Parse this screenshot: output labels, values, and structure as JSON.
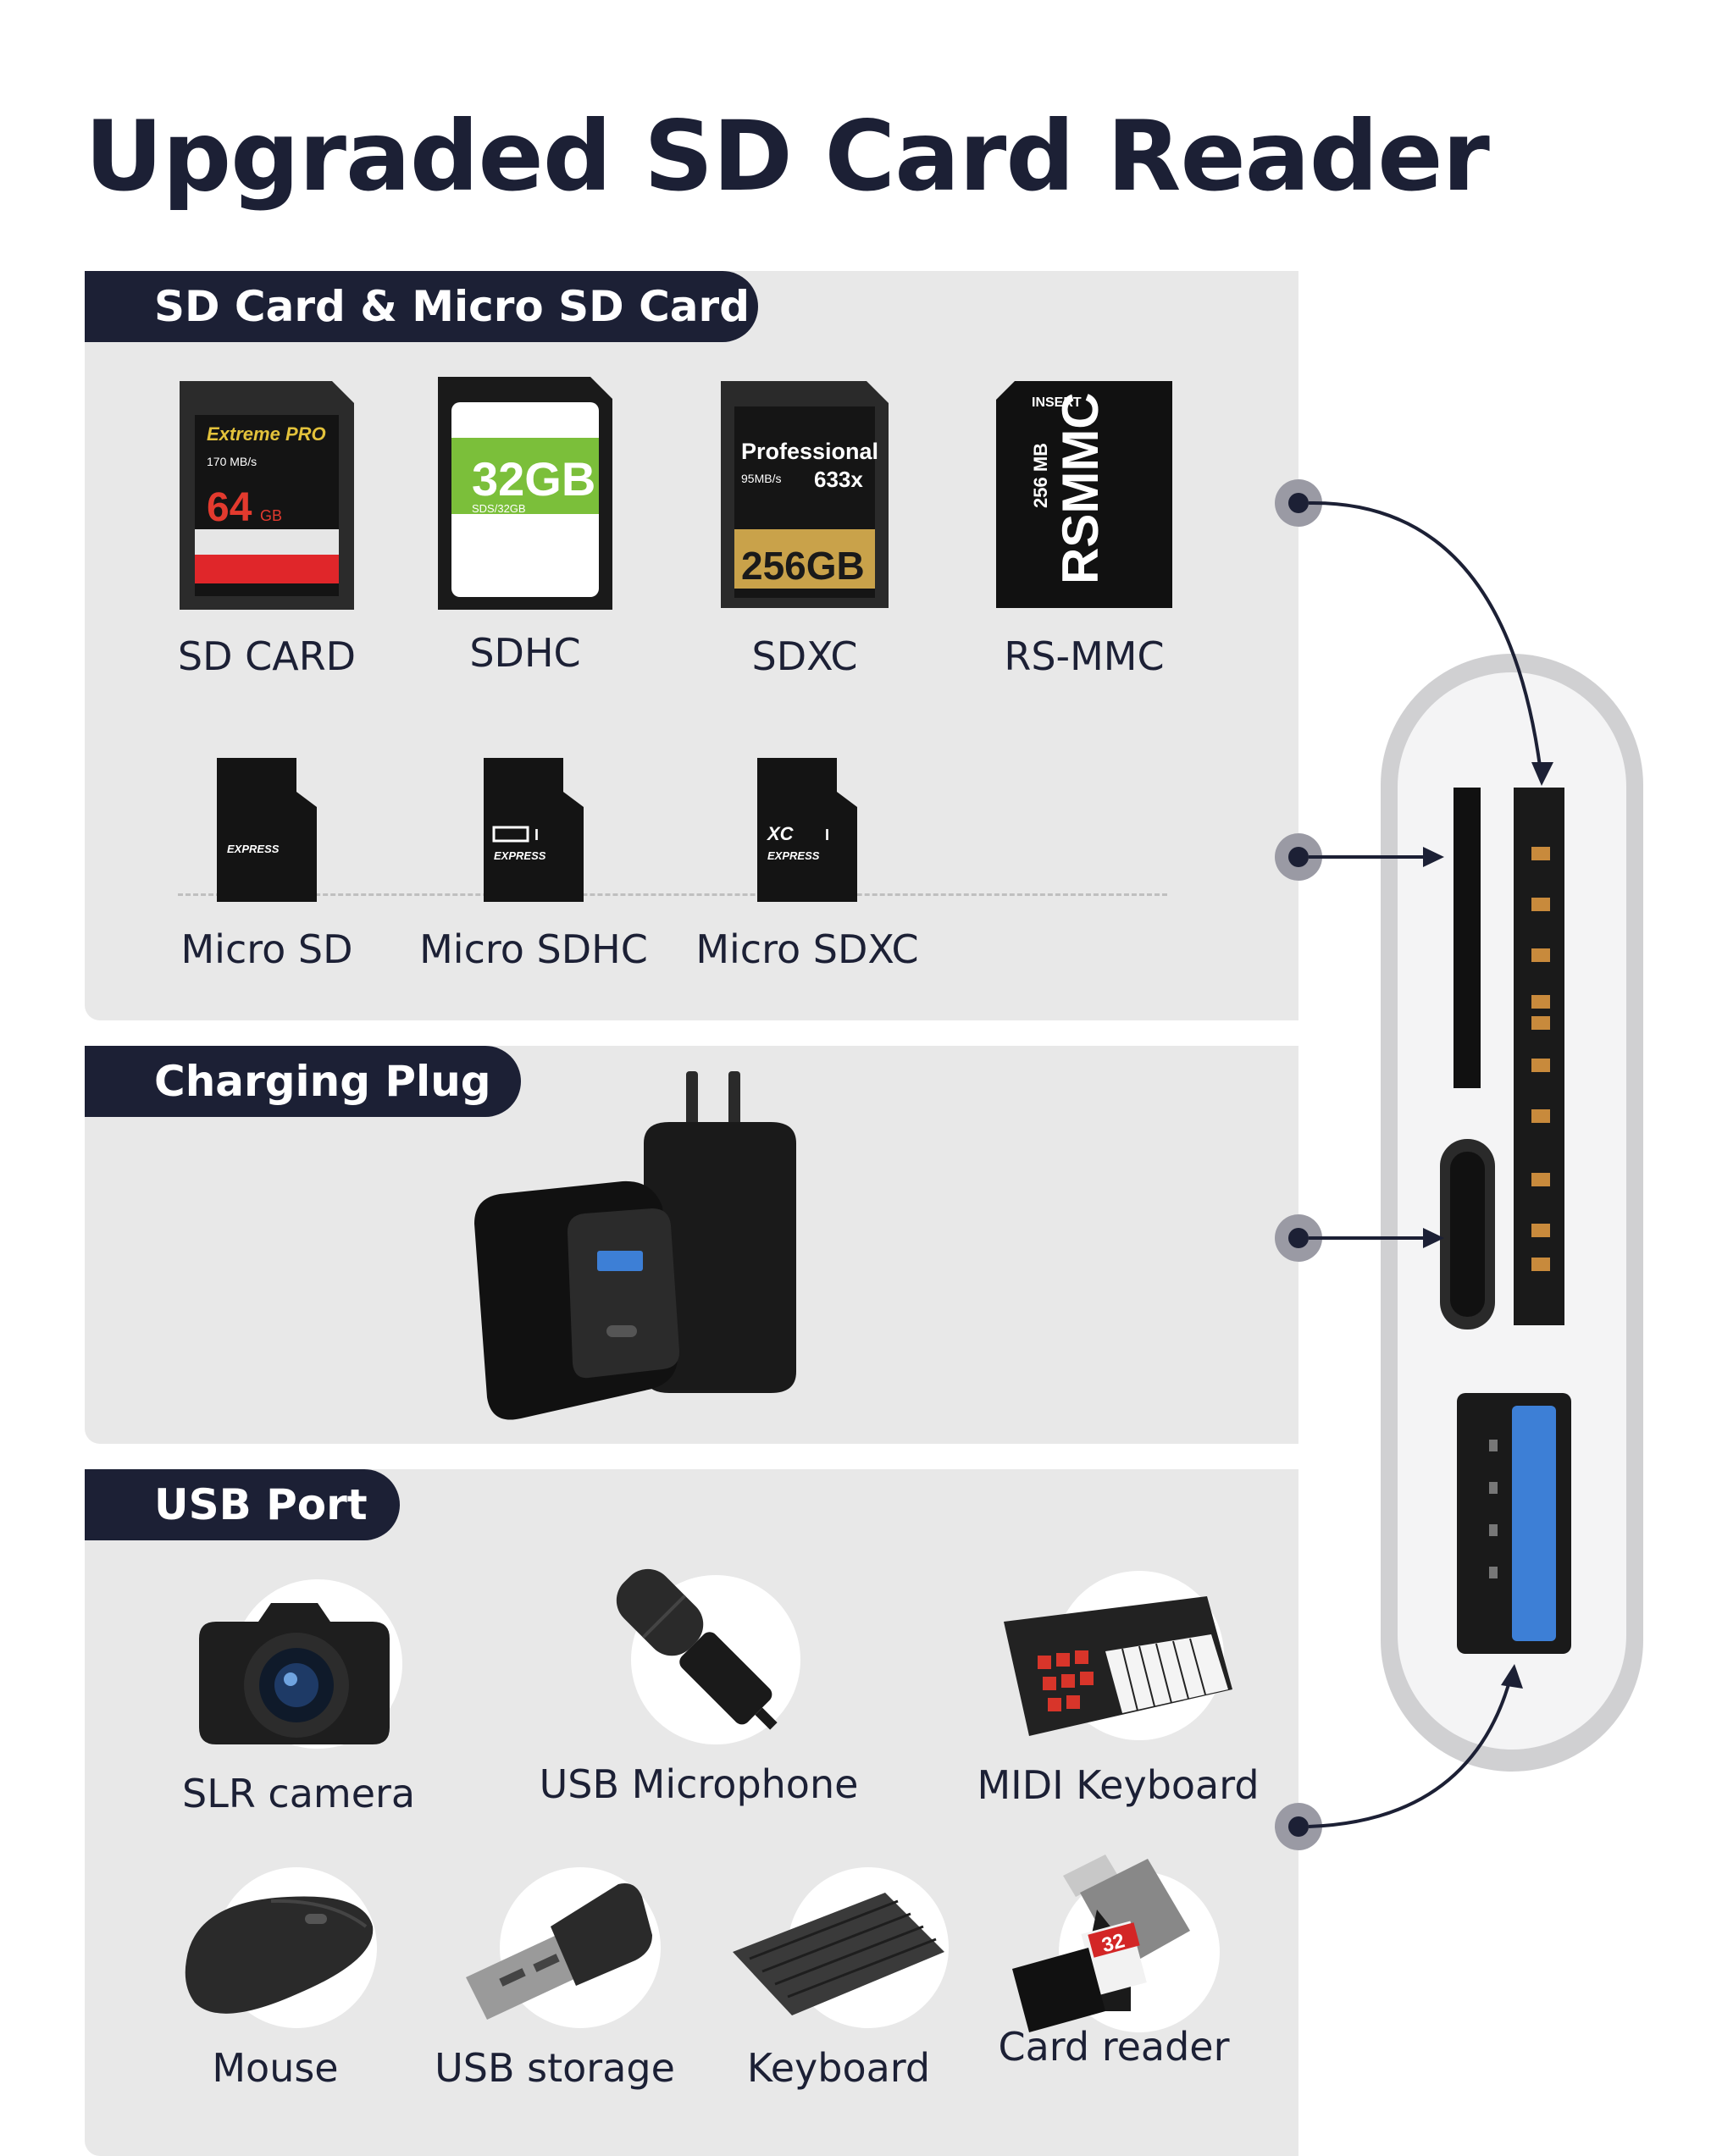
{
  "title": "Upgraded SD Card Reader",
  "sections": {
    "sd": {
      "tag": "SD Card & Micro SD Card",
      "cards": [
        {
          "label": "SD CARD",
          "brand": "Extreme PRO",
          "speed": "170 MB/s",
          "capacity": "64"
        },
        {
          "label": "SDHC",
          "capacity": "32GB",
          "sub": "SDS/32GB"
        },
        {
          "label": "SDXC",
          "brand": "Professional",
          "speed": "95MB/s",
          "rating": "633x",
          "capacity": "256GB"
        },
        {
          "label": "RS-MMC",
          "insert": "INSERT",
          "brand": "RSMMC",
          "capacity": "256 MB"
        }
      ],
      "micro": [
        {
          "label": "Micro SD",
          "text": "EXPRESS"
        },
        {
          "label": "Micro SDHC",
          "text": "EXPRESS"
        },
        {
          "label": "Micro SDXC",
          "text": "EXPRESS"
        }
      ]
    },
    "charging": {
      "tag": "Charging Plug"
    },
    "usb": {
      "tag": "USB Port",
      "devices": [
        {
          "label": "SLR camera",
          "icon": "camera-icon"
        },
        {
          "label": "USB Microphone",
          "icon": "microphone-icon"
        },
        {
          "label": "MIDI Keyboard",
          "icon": "midi-keyboard-icon"
        },
        {
          "label": "Mouse",
          "icon": "mouse-icon"
        },
        {
          "label": "USB storage",
          "icon": "usb-storage-icon"
        },
        {
          "label": "Keyboard",
          "icon": "keyboard-icon"
        },
        {
          "label": "Card reader",
          "icon": "card-reader-icon",
          "card": "32"
        }
      ]
    }
  },
  "colors": {
    "navy": "#1c2035",
    "panel": "#e8e8e8",
    "usb_blue": "#3d7fd6",
    "device": "#d9d9d9"
  }
}
